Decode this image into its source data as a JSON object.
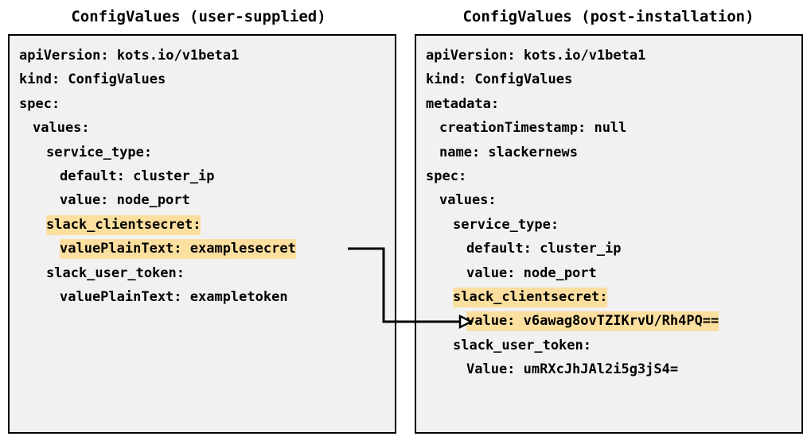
{
  "diagram": {
    "panels": [
      {
        "id": "user-supplied",
        "title": "ConfigValues (user-supplied)",
        "lines": [
          {
            "indent": 0,
            "segments": [
              {
                "text": "apiVersion: kots.io/v1beta1",
                "highlight": false
              }
            ]
          },
          {
            "indent": 0,
            "segments": [
              {
                "text": "kind: ConfigValues",
                "highlight": false
              }
            ]
          },
          {
            "indent": 0,
            "segments": [
              {
                "text": "spec:",
                "highlight": false
              }
            ]
          },
          {
            "indent": 1,
            "segments": [
              {
                "text": "values:",
                "highlight": false
              }
            ]
          },
          {
            "indent": 2,
            "segments": [
              {
                "text": "service_type:",
                "highlight": false
              }
            ]
          },
          {
            "indent": 3,
            "segments": [
              {
                "text": "default: cluster_ip",
                "highlight": false
              }
            ]
          },
          {
            "indent": 3,
            "segments": [
              {
                "text": "value: node_port",
                "highlight": false
              }
            ]
          },
          {
            "indent": 2,
            "segments": [
              {
                "text": "slack_clientsecret:",
                "highlight": true
              }
            ]
          },
          {
            "indent": 3,
            "segments": [
              {
                "text": "valuePlainText: examplesecret",
                "highlight": true
              }
            ]
          },
          {
            "indent": 2,
            "segments": [
              {
                "text": "slack_user_token:",
                "highlight": false
              }
            ]
          },
          {
            "indent": 3,
            "segments": [
              {
                "text": "valuePlainText: exampletoken",
                "highlight": false
              }
            ]
          }
        ]
      },
      {
        "id": "post-installation",
        "title": "ConfigValues (post-installation)",
        "lines": [
          {
            "indent": 0,
            "segments": [
              {
                "text": "apiVersion: kots.io/v1beta1",
                "highlight": false
              }
            ]
          },
          {
            "indent": 0,
            "segments": [
              {
                "text": "kind: ConfigValues",
                "highlight": false
              }
            ]
          },
          {
            "indent": 0,
            "segments": [
              {
                "text": "metadata:",
                "highlight": false
              }
            ]
          },
          {
            "indent": 1,
            "segments": [
              {
                "text": "creationTimestamp: null",
                "highlight": false
              }
            ]
          },
          {
            "indent": 1,
            "segments": [
              {
                "text": "name: slackernews",
                "highlight": false
              }
            ]
          },
          {
            "indent": 0,
            "segments": [
              {
                "text": "spec:",
                "highlight": false
              }
            ]
          },
          {
            "indent": 1,
            "segments": [
              {
                "text": "values:",
                "highlight": false
              }
            ]
          },
          {
            "indent": 2,
            "segments": [
              {
                "text": "service_type:",
                "highlight": false
              }
            ]
          },
          {
            "indent": 3,
            "segments": [
              {
                "text": "default: cluster_ip",
                "highlight": false
              }
            ]
          },
          {
            "indent": 3,
            "segments": [
              {
                "text": "value: node_port",
                "highlight": false
              }
            ]
          },
          {
            "indent": 2,
            "segments": [
              {
                "text": "slack_clientsecret:",
                "highlight": true
              }
            ]
          },
          {
            "indent": 3,
            "segments": [
              {
                "text": "value: v6awag8ovTZIKrvU/Rh4PQ==",
                "highlight": true
              }
            ]
          },
          {
            "indent": 2,
            "segments": [
              {
                "text": "slack_user_token:",
                "highlight": false
              }
            ]
          },
          {
            "indent": 3,
            "segments": [
              {
                "text": "Value: umRXcJhJAl2i5g3jS4=",
                "highlight": false
              }
            ]
          }
        ]
      }
    ],
    "connector": {
      "label": "",
      "from": "valuePlainText: examplesecret",
      "to": "value: v6awag8ovTZIKrvU/Rh4PQ=="
    },
    "colors": {
      "highlight": "#fbdf9f",
      "panel_fill": "#f1f1f1",
      "border": "#000000",
      "text": "#000000"
    }
  }
}
